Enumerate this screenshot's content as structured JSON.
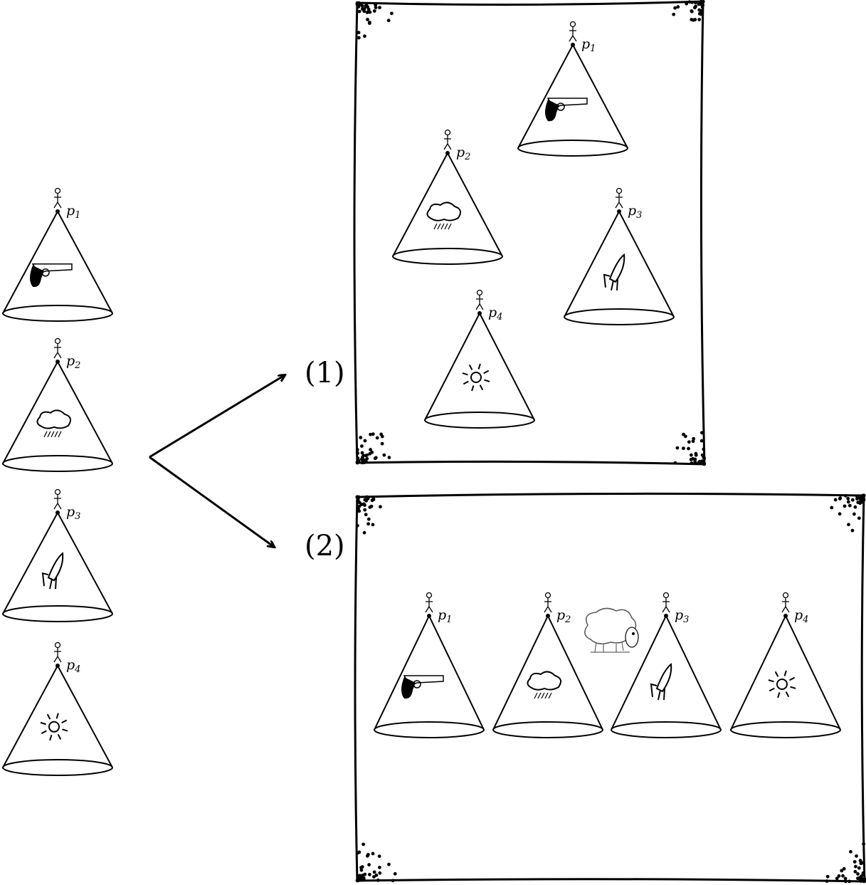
{
  "labels": {
    "option1": "(1)",
    "option2": "(2)"
  },
  "person_prefix": "p",
  "cones": [
    {
      "id": "1",
      "content": "revolver-icon"
    },
    {
      "id": "2",
      "content": "rain-cloud-icon"
    },
    {
      "id": "3",
      "content": "rocket-icon"
    },
    {
      "id": "4",
      "content": "sun-icon"
    }
  ],
  "extras": {
    "frame2": "sheep-icon"
  },
  "colors": {
    "ink": "#000000",
    "paper": "#ffffff"
  }
}
